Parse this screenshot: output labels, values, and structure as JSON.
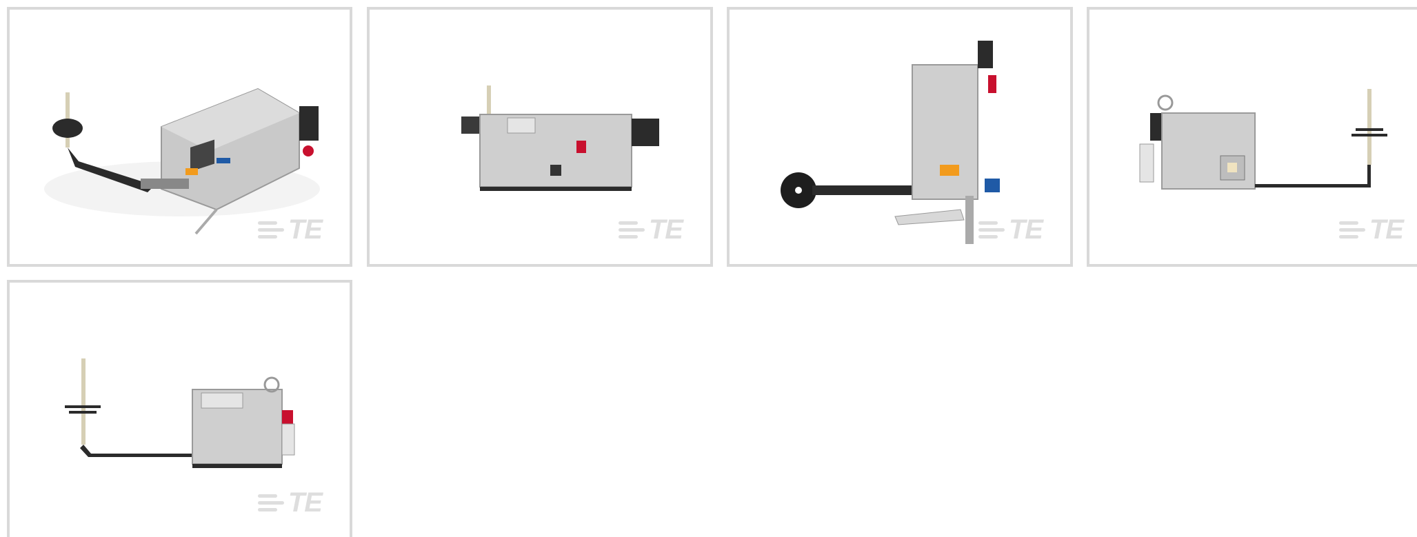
{
  "gallery": {
    "watermark_text": "TE",
    "thumbnails": [
      {
        "name": "thumbnail-1",
        "view": "isometric",
        "watermark": "TE"
      },
      {
        "name": "thumbnail-2",
        "view": "front",
        "watermark": "TE"
      },
      {
        "name": "thumbnail-3",
        "view": "side",
        "watermark": "TE"
      },
      {
        "name": "thumbnail-4",
        "view": "rear",
        "watermark": "TE"
      },
      {
        "name": "thumbnail-5",
        "view": "front-reel",
        "watermark": "TE"
      }
    ]
  },
  "colors": {
    "border": "#d9d9d9",
    "machine_body": "#c9c9c9",
    "machine_dark": "#2b2b2b",
    "accent_red": "#c8102e",
    "accent_orange": "#f29b1d",
    "accent_blue": "#1f5aa6",
    "watermark": "#dedede"
  }
}
